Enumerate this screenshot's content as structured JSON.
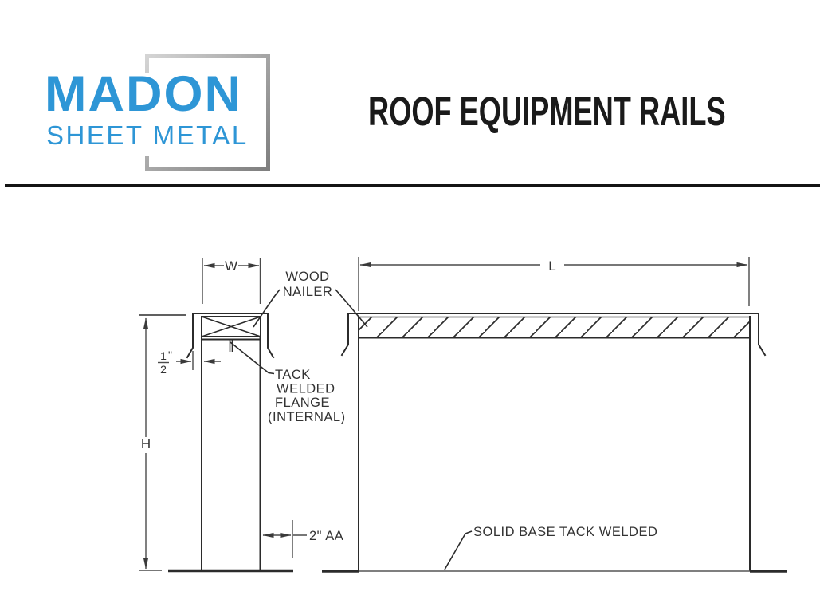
{
  "header": {
    "logo_name": "MADON",
    "logo_tagline": "SHEET METAL",
    "title": "ROOF EQUIPMENT RAILS"
  },
  "colors": {
    "logo_blue": "#2e96d6",
    "frame_gray": "#a2a2a2",
    "line_dark": "#2b2b2b",
    "dim_gray": "#4a4a4a",
    "rule_black": "#141414"
  },
  "section_view": {
    "dim_width": "W",
    "dim_height": "H",
    "dim_half_numerator": "1",
    "dim_half_denominator": "2",
    "dim_half_unit": "\"",
    "dim_base_flange": "2\" AA",
    "wood_nailer_line1": "WOOD",
    "wood_nailer_line2": "NAILER",
    "tack_line1": "TACK",
    "tack_line2": "WELDED",
    "tack_line3": "FLANGE",
    "tack_line4": "(INTERNAL)"
  },
  "elevation_view": {
    "dim_length": "L",
    "base_note": "SOLID BASE TACK WELDED"
  }
}
